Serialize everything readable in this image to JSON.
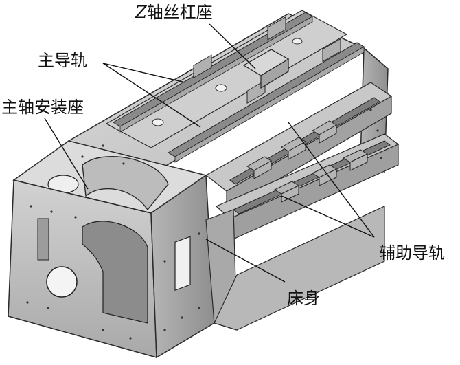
{
  "labels": {
    "z_screw_seat": {
      "prefix": "Z",
      "text": "轴丝杠座"
    },
    "main_guide": "主导轨",
    "spindle_seat": "主轴安装座",
    "aux_guide": "辅助导轨",
    "bed": "床身"
  },
  "colors": {
    "body_light": "#e6e6e6",
    "body_mid": "#c4c4c4",
    "body_dark": "#9a9a9a",
    "rail": "#8a8a8a",
    "line": "#2a2a2a"
  }
}
